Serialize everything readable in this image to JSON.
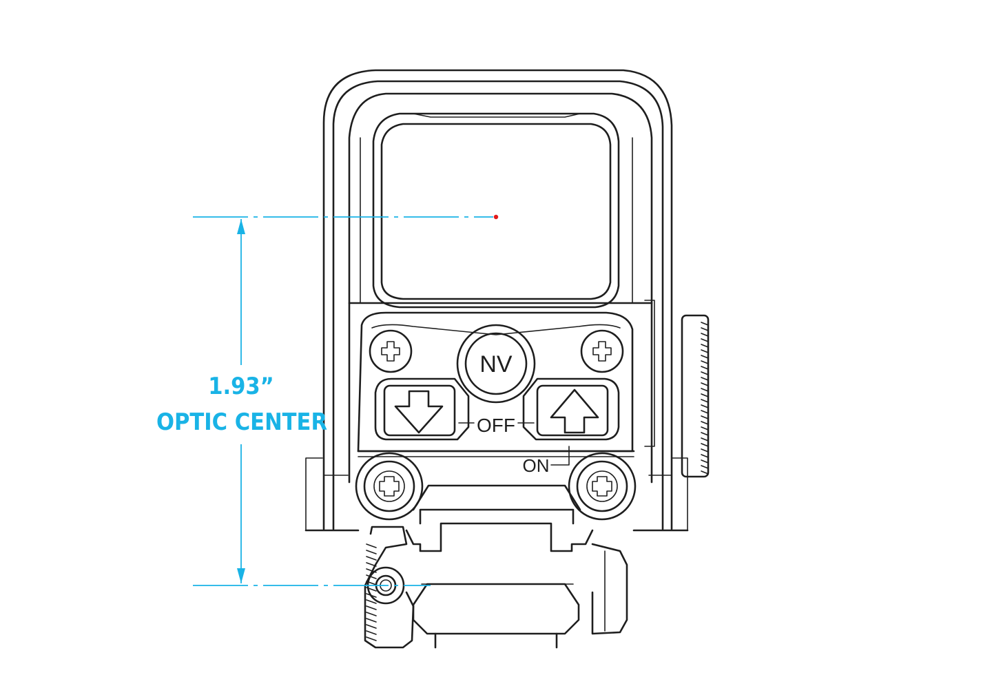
{
  "dimension": {
    "value": "1.93”",
    "caption": "OPTIC CENTER",
    "color": "#19b3e6"
  },
  "labels": {
    "nv_button": "NV",
    "off": "OFF",
    "on": "ON"
  },
  "reticle_color": "#e11a1a",
  "icons": [
    "screw-head-icon",
    "down-arrow-icon",
    "up-arrow-icon",
    "knurled-knob-icon"
  ]
}
